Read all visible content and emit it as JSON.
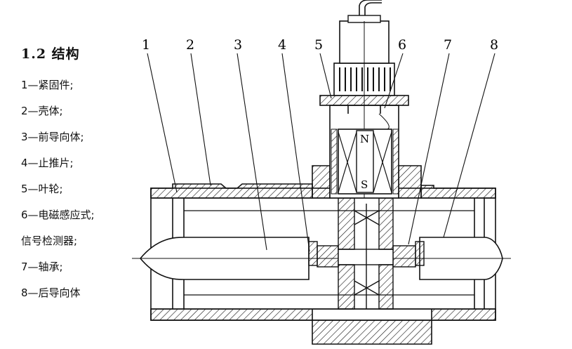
{
  "legend": {
    "title": "1.2 结构",
    "items": [
      "1—紧固件;",
      "2—壳体;",
      "3—前导向体;",
      "4—止推片;",
      "5—叶轮;",
      "6—电磁感应式;",
      "信号检测器;",
      "7—轴承;",
      "8—后导向体"
    ]
  },
  "callouts": [
    "1",
    "2",
    "3",
    "4",
    "5",
    "6",
    "7",
    "8"
  ],
  "poles": {
    "north": "N",
    "south": "S"
  }
}
